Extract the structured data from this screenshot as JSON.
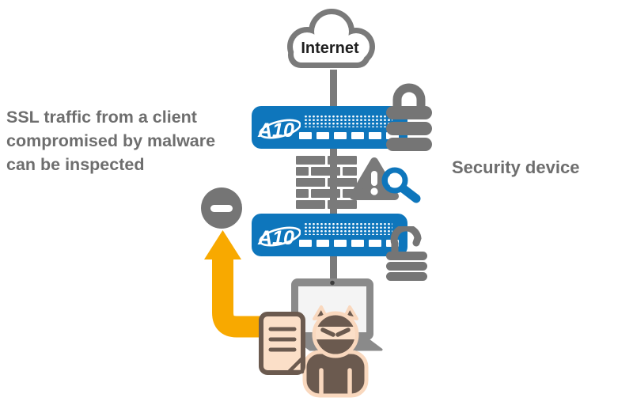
{
  "labels": {
    "internet": "Internet",
    "caption_line1": "SSL traffic from a client",
    "caption_line2": "compromised by malware",
    "caption_line3": "can be inspected",
    "security_device": "Security device"
  },
  "appliances": {
    "top": {
      "logo": "A10"
    },
    "bottom": {
      "logo": "A10"
    }
  },
  "icons": {
    "internet-cloud-icon": "cloud outline around Internet label",
    "lock-closed-icon": "closed padlock beside top appliance (encrypted traffic)",
    "firewall-icon": "brick wall security device",
    "warning-icon": "alert triangle with exclamation mark",
    "magnifier-icon": "magnifying glass inspecting traffic",
    "lock-open-icon": "open padlock beside bottom appliance (decrypted traffic)",
    "laptop-icon": "client computer",
    "malware-actor-icon": "horned malware figure at client",
    "malware-document-icon": "malicious file with text lines and folded corner",
    "block-icon": "gray circle with white minus (blocked)",
    "up-arrow-icon": "yellow elbow arrow from malware file to block symbol"
  },
  "colors": {
    "brand_blue": "#0e76bc",
    "icon_gray": "#757575",
    "brick_gray": "#7a7a7a",
    "arrow_yellow": "#f8a900",
    "text_gray": "#6e6e6e",
    "malware_brown": "#6b5a4f",
    "skin_tone": "#fbdfc8",
    "canvas": "#ffffff"
  }
}
